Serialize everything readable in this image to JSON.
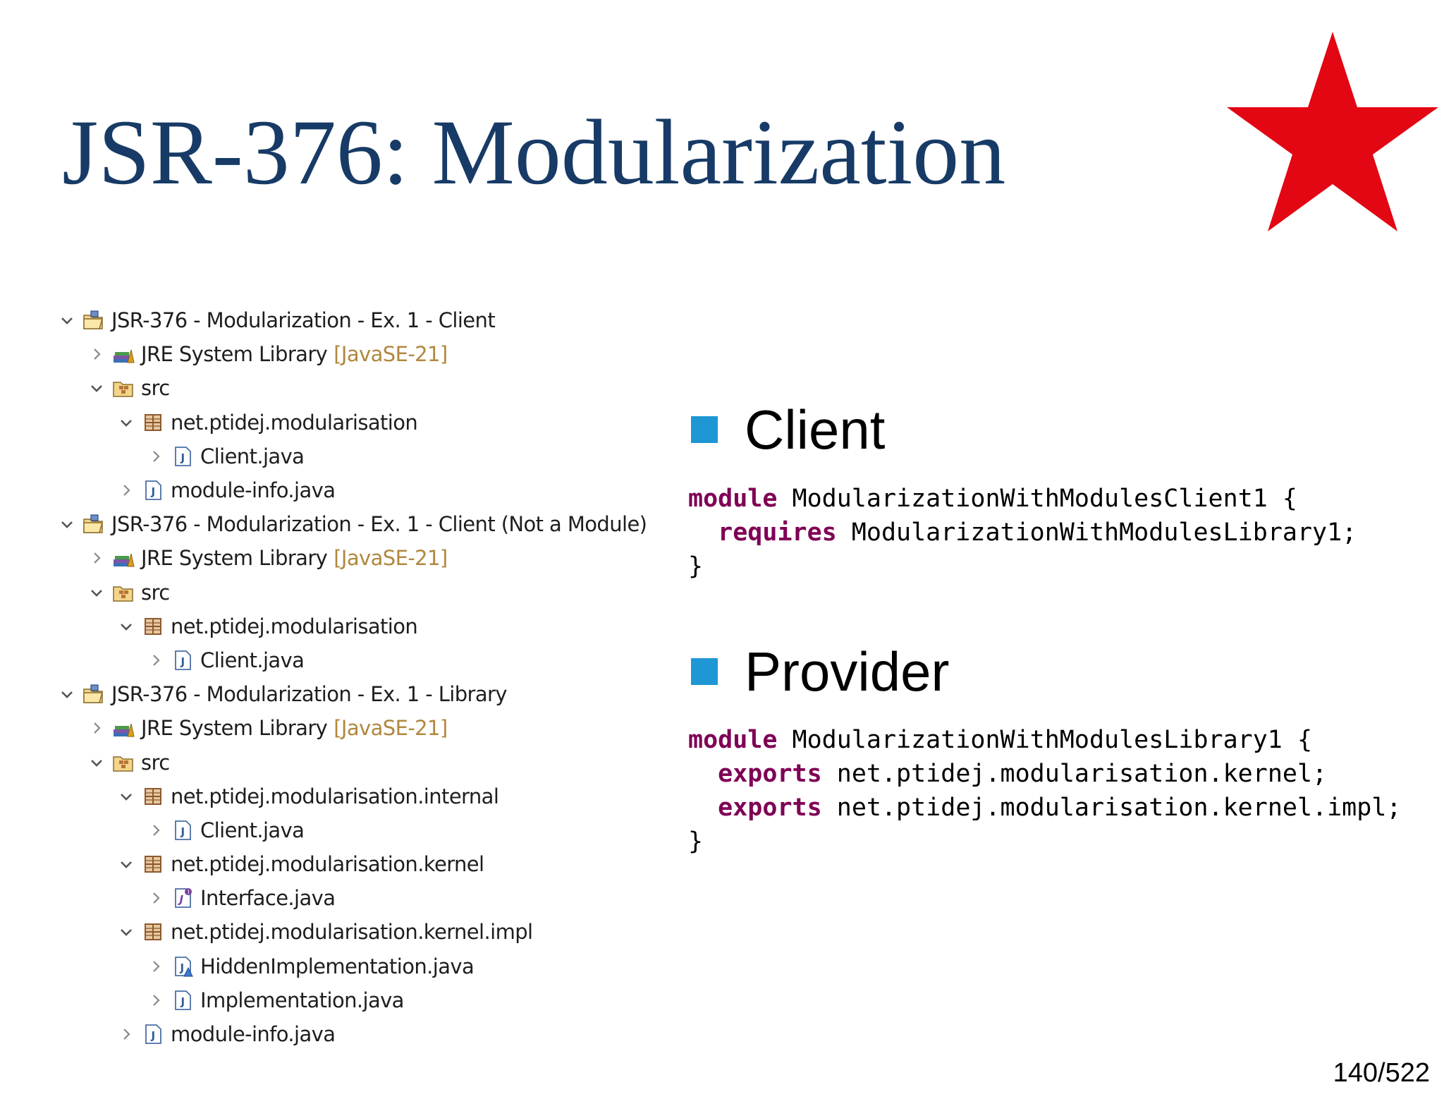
{
  "slide": {
    "title": "JSR-376: Modularization",
    "page_number": "140/522",
    "accent_colors": {
      "title": "#173b66",
      "star": "#e30613",
      "bullet": "#1f97d4",
      "keyword": "#7f0055",
      "tree_suffix": "#b0883e"
    },
    "decoration": "red-star-icon"
  },
  "tree": [
    {
      "depth": 0,
      "expanded": true,
      "icon": "project",
      "label": "JSR-376 - Modularization - Ex. 1 - Client",
      "suffix": ""
    },
    {
      "depth": 1,
      "expanded": false,
      "icon": "library",
      "label": "JRE System Library",
      "suffix": "[JavaSE-21]"
    },
    {
      "depth": 1,
      "expanded": true,
      "icon": "src-folder",
      "label": "src",
      "suffix": ""
    },
    {
      "depth": 2,
      "expanded": true,
      "icon": "package",
      "label": "net.ptidej.modularisation",
      "suffix": ""
    },
    {
      "depth": 3,
      "expanded": false,
      "icon": "java-file",
      "label": "Client.java",
      "suffix": ""
    },
    {
      "depth": 2,
      "expanded": false,
      "icon": "java-file",
      "label": "module-info.java",
      "suffix": ""
    },
    {
      "depth": 0,
      "expanded": true,
      "icon": "project",
      "label": "JSR-376 - Modularization - Ex. 1 - Client (Not a Module)",
      "suffix": ""
    },
    {
      "depth": 1,
      "expanded": false,
      "icon": "library",
      "label": "JRE System Library",
      "suffix": "[JavaSE-21]"
    },
    {
      "depth": 1,
      "expanded": true,
      "icon": "src-folder",
      "label": "src",
      "suffix": ""
    },
    {
      "depth": 2,
      "expanded": true,
      "icon": "package",
      "label": "net.ptidej.modularisation",
      "suffix": ""
    },
    {
      "depth": 3,
      "expanded": false,
      "icon": "java-file",
      "label": "Client.java",
      "suffix": ""
    },
    {
      "depth": 0,
      "expanded": true,
      "icon": "project",
      "label": "JSR-376 - Modularization - Ex. 1 - Library",
      "suffix": ""
    },
    {
      "depth": 1,
      "expanded": false,
      "icon": "library",
      "label": "JRE System Library",
      "suffix": "[JavaSE-21]"
    },
    {
      "depth": 1,
      "expanded": true,
      "icon": "src-folder",
      "label": "src",
      "suffix": ""
    },
    {
      "depth": 2,
      "expanded": true,
      "icon": "package",
      "label": "net.ptidej.modularisation.internal",
      "suffix": ""
    },
    {
      "depth": 3,
      "expanded": false,
      "icon": "java-file",
      "label": "Client.java",
      "suffix": ""
    },
    {
      "depth": 2,
      "expanded": true,
      "icon": "package",
      "label": "net.ptidej.modularisation.kernel",
      "suffix": ""
    },
    {
      "depth": 3,
      "expanded": false,
      "icon": "interface-file",
      "label": "Interface.java",
      "suffix": ""
    },
    {
      "depth": 2,
      "expanded": true,
      "icon": "package",
      "label": "net.ptidej.modularisation.kernel.impl",
      "suffix": ""
    },
    {
      "depth": 3,
      "expanded": false,
      "icon": "abstract-file",
      "label": "HiddenImplementation.java",
      "suffix": ""
    },
    {
      "depth": 3,
      "expanded": false,
      "icon": "java-file",
      "label": "Implementation.java",
      "suffix": ""
    },
    {
      "depth": 2,
      "expanded": false,
      "icon": "java-file",
      "label": "module-info.java",
      "suffix": ""
    }
  ],
  "client": {
    "heading": "Client",
    "code": [
      [
        {
          "t": "module",
          "kw": true
        },
        {
          "t": " ModularizationWithModulesClient1 {",
          "kw": false
        }
      ],
      [
        {
          "t": "  ",
          "kw": false
        },
        {
          "t": "requires",
          "kw": true
        },
        {
          "t": " ModularizationWithModulesLibrary1;",
          "kw": false
        }
      ],
      [
        {
          "t": "}",
          "kw": false
        }
      ]
    ]
  },
  "provider": {
    "heading": "Provider",
    "code": [
      [
        {
          "t": "module",
          "kw": true
        },
        {
          "t": " ModularizationWithModulesLibrary1 {",
          "kw": false
        }
      ],
      [
        {
          "t": "  ",
          "kw": false
        },
        {
          "t": "exports",
          "kw": true
        },
        {
          "t": " net.ptidej.modularisation.kernel;",
          "kw": false
        }
      ],
      [
        {
          "t": "  ",
          "kw": false
        },
        {
          "t": "exports",
          "kw": true
        },
        {
          "t": " net.ptidej.modularisation.kernel.impl;",
          "kw": false
        }
      ],
      [
        {
          "t": "}",
          "kw": false
        }
      ]
    ]
  }
}
